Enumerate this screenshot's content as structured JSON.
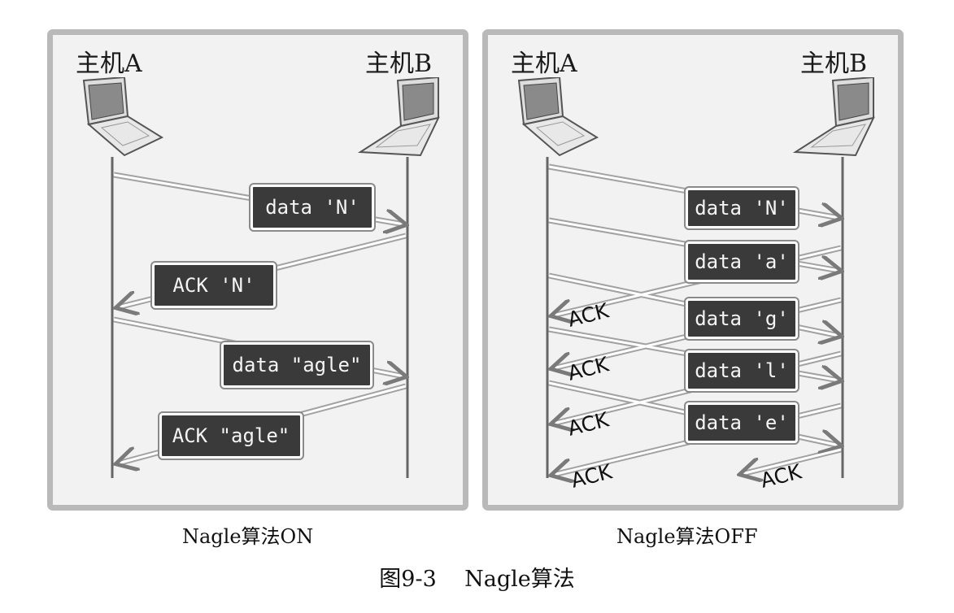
{
  "panels": {
    "on": {
      "host_a": "主机A",
      "host_b": "主机B",
      "messages": [
        "data 'N'",
        "ACK 'N'",
        "data \"agle\"",
        "ACK \"agle\""
      ],
      "caption": "Nagle算法ON"
    },
    "off": {
      "host_a": "主机A",
      "host_b": "主机B",
      "messages": [
        "data 'N'",
        "data 'a'",
        "data 'g'",
        "data 'l'",
        "data 'e'"
      ],
      "acks": [
        "ACK",
        "ACK",
        "ACK",
        "ACK",
        "ACK"
      ],
      "caption": "Nagle算法OFF"
    }
  },
  "figure_caption": "图9-3    Nagle算法",
  "colors": {
    "panel_bg": "#f2f2f2",
    "panel_border": "#b9b9b9",
    "message_box": "#3a3a3a",
    "arrow": "#8a8a8a"
  }
}
